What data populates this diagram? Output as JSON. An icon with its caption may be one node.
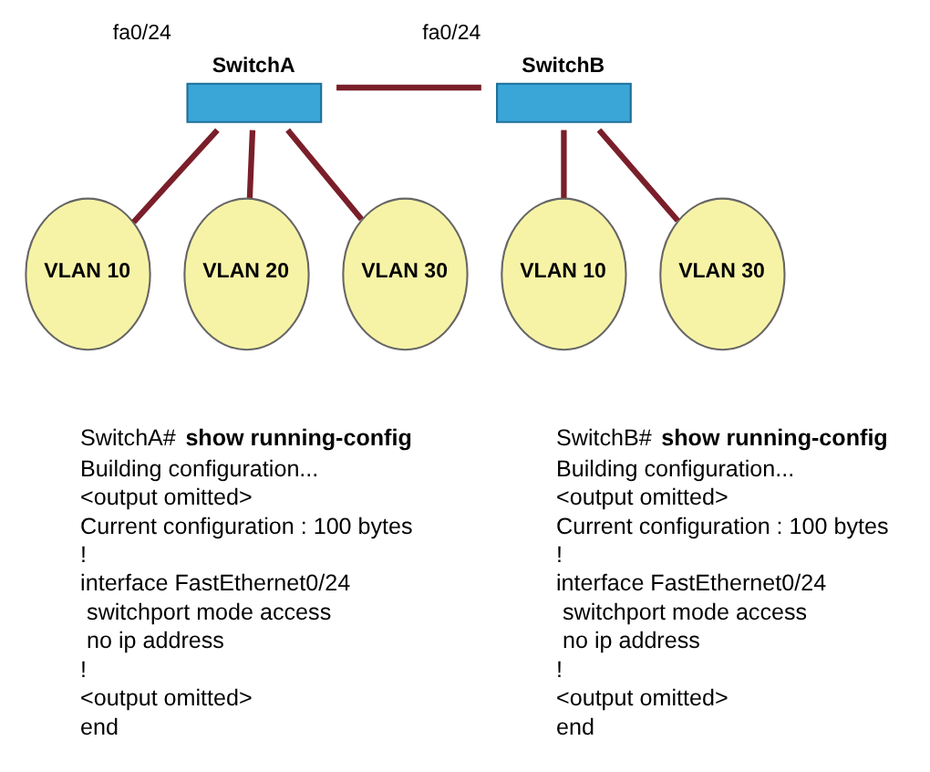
{
  "diagram": {
    "nodes": [
      {
        "text": [
          "SwitchA"
        ],
        "beside": [
          "fa0/24"
        ]
      },
      {
        "text": [
          "SwitchB"
        ],
        "beside": [
          "fa0/24"
        ]
      },
      {
        "text": [
          "VLAN 10"
        ]
      },
      {
        "text": [
          "VLAN 20"
        ]
      },
      {
        "text": [
          "VLAN 30"
        ]
      },
      {
        "text": [
          "VLAN 10"
        ]
      },
      {
        "text": [
          "VLAN 30"
        ]
      }
    ],
    "edges": [
      {
        "from": 0,
        "to": 1,
        "arrow": "none"
      },
      {
        "from": 0,
        "to": 2,
        "arrow": "none"
      },
      {
        "from": 0,
        "to": 3,
        "arrow": "none"
      },
      {
        "from": 0,
        "to": 4,
        "arrow": "none"
      },
      {
        "from": 1,
        "to": 5,
        "arrow": "none"
      },
      {
        "from": 1,
        "to": 6,
        "arrow": "none"
      }
    ],
    "labels": [
      "SwitchA# **show running-config**",
      "Building configuration...",
      "<output omitted>",
      "Current configuration : 100 bytes",
      "!",
      "interface FastEthernet0/24",
      " switchport mode access",
      " no ip address",
      "!",
      "<output omitted>",
      "end",
      "SwitchB# **show running-config**",
      "Building configuration...",
      "<output omitted>",
      "Current configuration : 100 bytes",
      "!",
      "interface FastEthernet0/24",
      " switchport mode access",
      " no ip address",
      "!",
      "<output omitted>",
      "end"
    ]
  }
}
